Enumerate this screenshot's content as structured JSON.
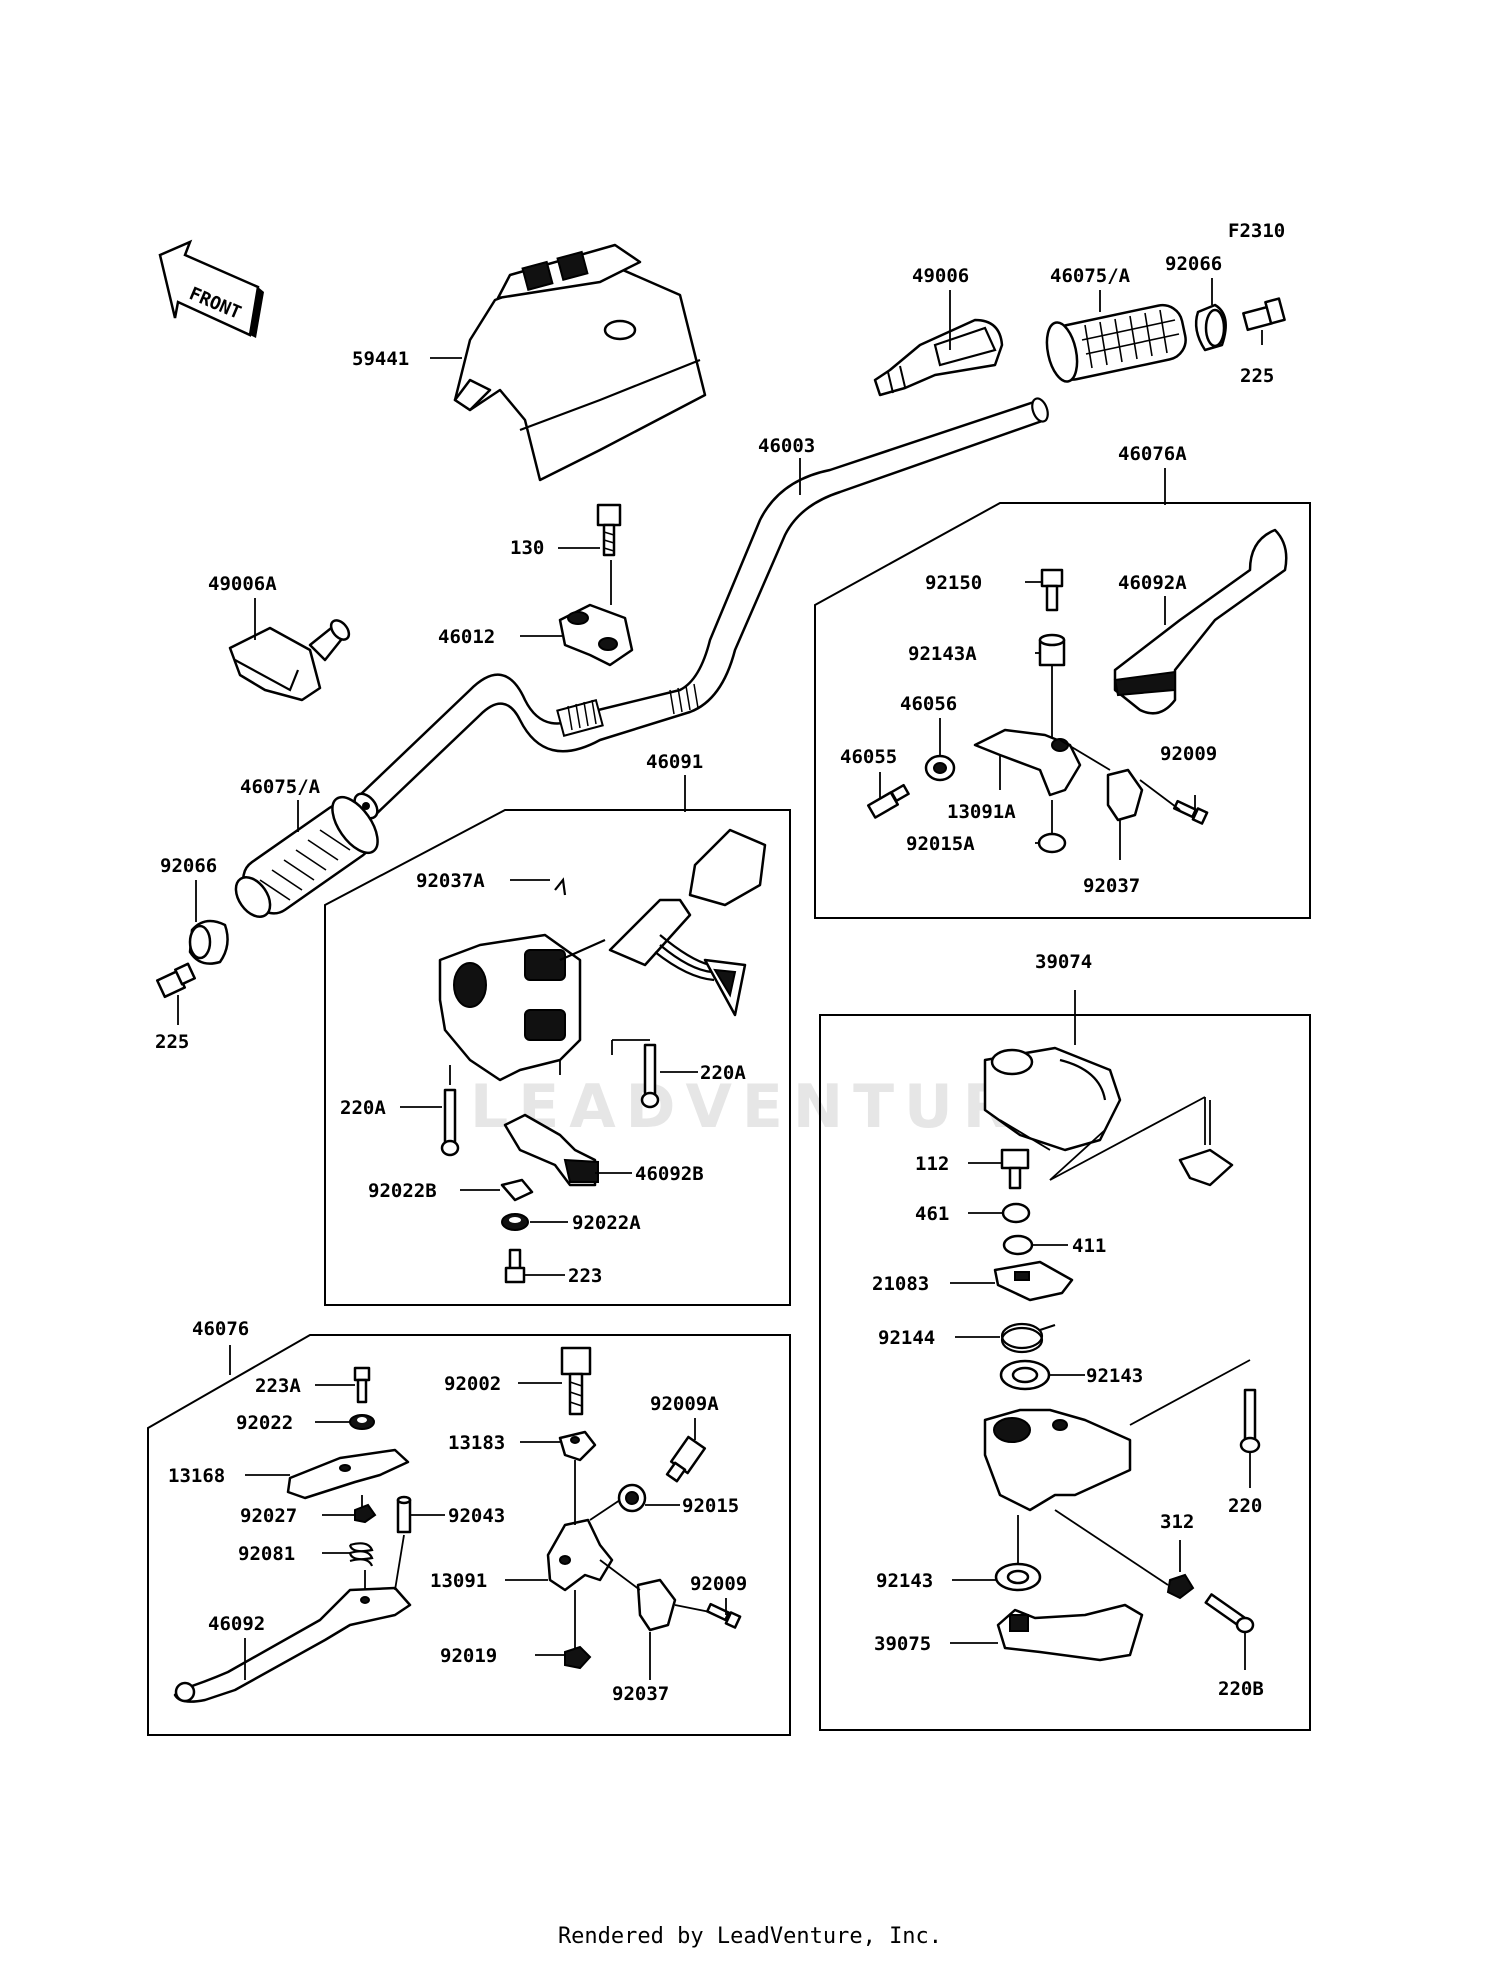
{
  "diagram": {
    "figure_code": "F2310",
    "front_marker": "FRONT",
    "watermark": "LEADVENTURE",
    "footer": "Rendered by LeadVenture, Inc.",
    "parts": {
      "p59441": "59441",
      "p49006": "49006",
      "p46075A_right": "46075/A",
      "p92066_right": "92066",
      "p225_right": "225",
      "p46003": "46003",
      "p46076A": "46076A",
      "p130": "130",
      "p46012": "46012",
      "p49006A": "49006A",
      "p92150": "92150",
      "p46092A": "46092A",
      "p92143A": "92143A",
      "p46056": "46056",
      "p46055": "46055",
      "p13091A": "13091A",
      "p92009_top": "92009",
      "p92015A": "92015A",
      "p92037_top": "92037",
      "p46075A_left": "46075/A",
      "p46091": "46091",
      "p92066_left": "92066",
      "p225_left": "225",
      "p92037A": "92037A",
      "p220A_right": "220A",
      "p220A_left": "220A",
      "p92022B": "92022B",
      "p46092B": "46092B",
      "p92022A": "92022A",
      "p223": "223",
      "p39074": "39074",
      "p112": "112",
      "p461": "461",
      "p411": "411",
      "p21083": "21083",
      "p92144": "92144",
      "p92143_a": "92143",
      "p220": "220",
      "p312": "312",
      "p92143_b": "92143",
      "p39075": "39075",
      "p220B": "220B",
      "p46076": "46076",
      "p223A": "223A",
      "p92022": "92022",
      "p13168": "13168",
      "p92027": "92027",
      "p92043": "92043",
      "p92081": "92081",
      "p46092": "46092",
      "p92002": "92002",
      "p13183": "13183",
      "p92009A": "92009A",
      "p92015": "92015",
      "p13091": "13091",
      "p92009_bottom": "92009",
      "p92019": "92019",
      "p92037_bottom": "92037"
    }
  }
}
